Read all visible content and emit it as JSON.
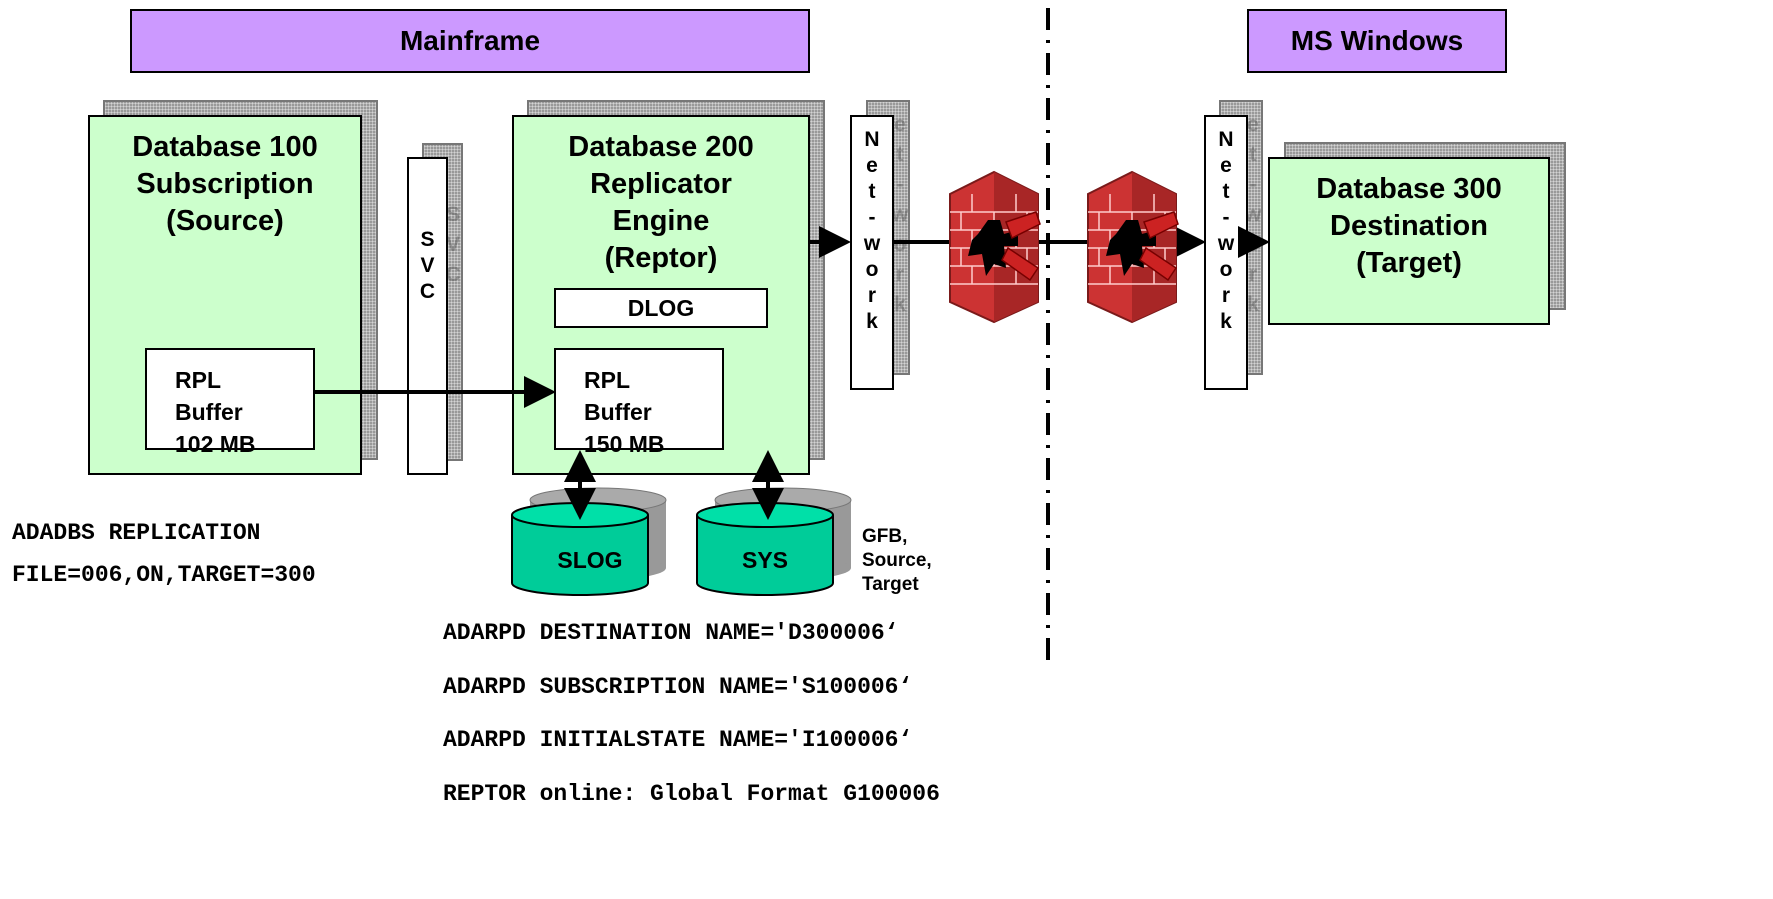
{
  "headers": {
    "mainframe": "Mainframe",
    "windows": "MS Windows"
  },
  "db100": {
    "line1": "Database 100",
    "line2": "Subscription",
    "line3": "(Source)"
  },
  "db200": {
    "line1": "Database 200",
    "line2": "Replicator",
    "line3": "Engine",
    "line4": "(Reptor)"
  },
  "db300": {
    "line1": "Database 300",
    "line2": "Destination",
    "line3": "(Target)"
  },
  "svc": [
    "S",
    "V",
    "C"
  ],
  "network": [
    "N",
    "e",
    "t",
    "-",
    "w",
    "o",
    "r",
    "k"
  ],
  "dlog": "DLOG",
  "buffer_src": {
    "line1": "RPL",
    "line2": "Buffer",
    "line3": "102 MB"
  },
  "buffer_rep": {
    "line1": "RPL",
    "line2": "Buffer",
    "line3": "150 MB"
  },
  "slog": "SLOG",
  "sys": "SYS",
  "sys_note": {
    "line1": "GFB,",
    "line2": "Source,",
    "line3": "Target"
  },
  "adadbs": {
    "line1": "ADADBS REPLICATION",
    "line2": "FILE=006,ON,TARGET=300"
  },
  "commands": [
    "ADARPD DESTINATION NAME='D300006‘",
    "ADARPD SUBSCRIPTION NAME='S100006‘",
    "ADARPD INITIALSTATE NAME='I100006‘",
    "REPTOR online: Global Format G100006"
  ],
  "colors": {
    "header": "#cc99ff",
    "db_box": "#ccffcc",
    "disk": "#00cc99",
    "firewall": "#cc3333"
  }
}
